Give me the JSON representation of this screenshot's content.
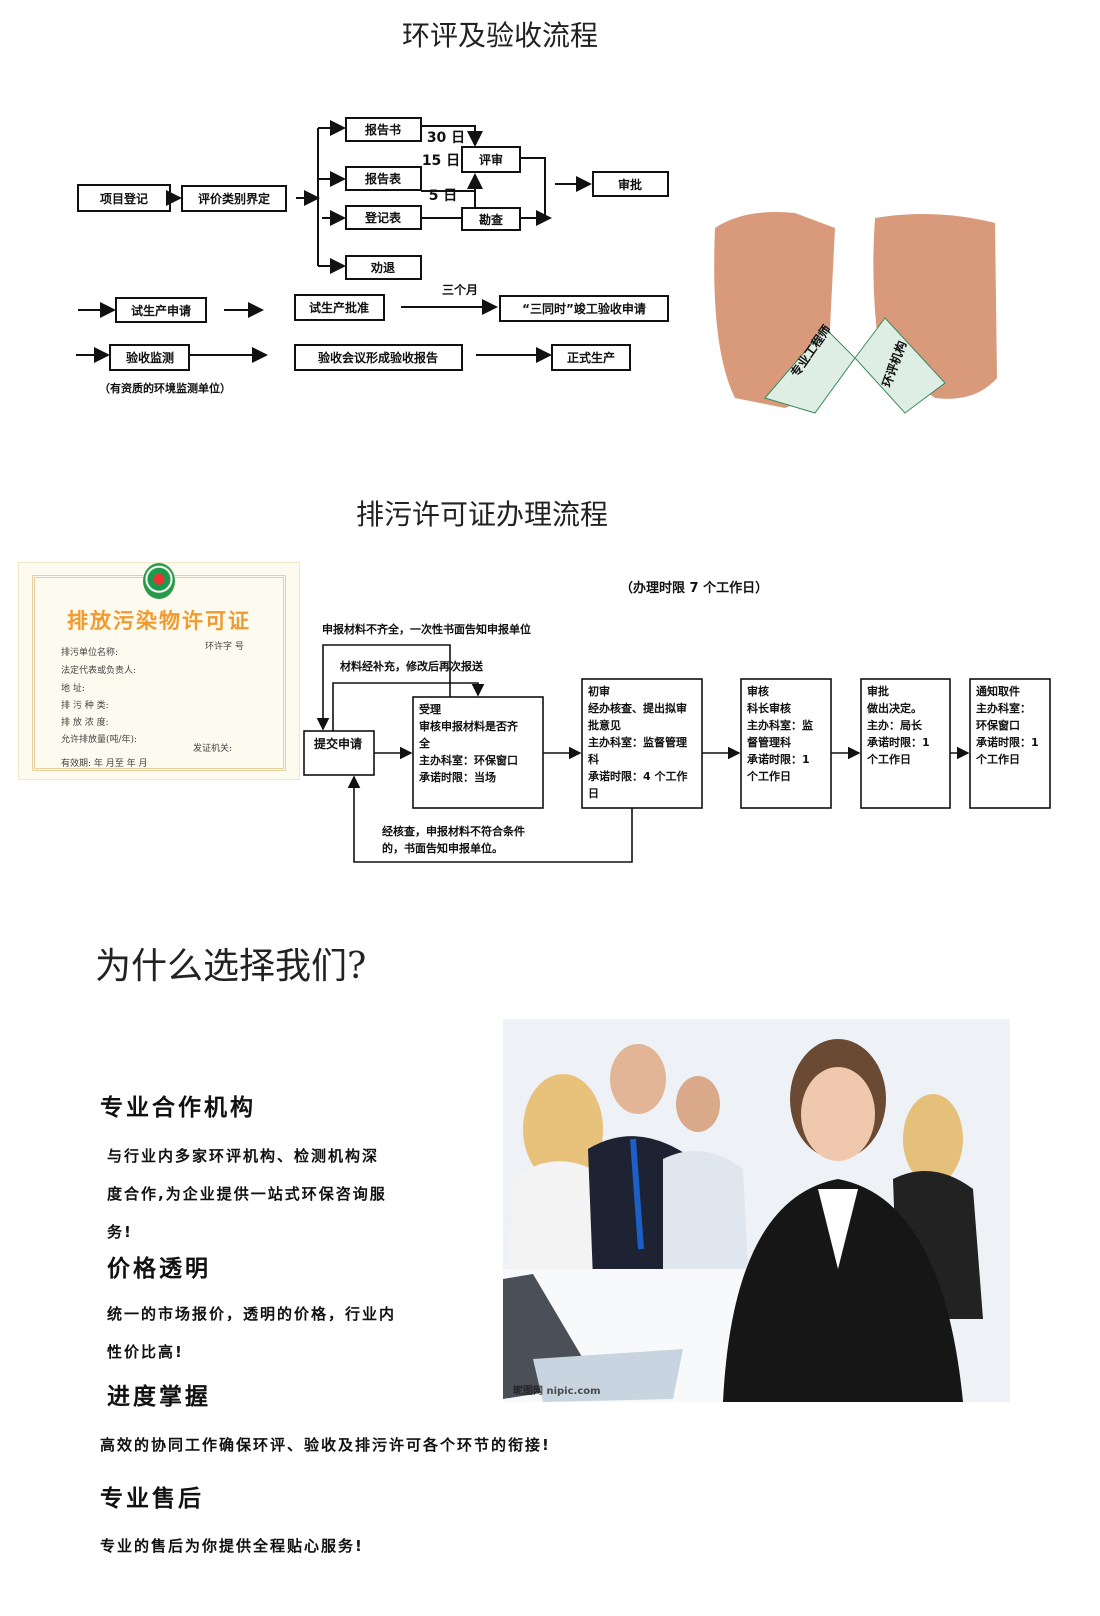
{
  "section1": {
    "title": "环评及验收流程",
    "boxes": {
      "register": "项目登记",
      "classify": "评价类别界定",
      "report_book": "报告书",
      "report_form": "报告表",
      "registration_form": "登记表",
      "dismiss": "劝退",
      "review": "评审",
      "survey": "勘查",
      "approve": "审批",
      "trial_apply": "试生产申请",
      "trial_approve": "试生产批准",
      "completion_apply": "“三同时”竣工验收申请",
      "monitoring": "验收监测",
      "meeting": "验收会议形成验收报告",
      "production": "正式生产"
    },
    "labels": {
      "d30": "30 日",
      "d15": "15 日",
      "d5": "5 日",
      "three_months": "三个月",
      "monitor_note": "（有资质的环境监测单位）"
    }
  },
  "section2": {
    "title": "排污许可证办理流程",
    "certificate": {
      "title": "排放污染物许可证",
      "number": "环许字        号",
      "fields": [
        "排污单位名称:",
        "法定代表或负责人:",
        "地        址:",
        "排  污  种  类:",
        "排  放  浓  度:",
        "允许排放量(吨/年):",
        "有效期:    年  月至    年  月"
      ],
      "issuer": "发证机关:"
    },
    "time_limit": "（办理时限 7 个工作日）",
    "loop_incomplete": "申报材料不齐全，一次性书面告知申报单位",
    "loop_resubmit": "材料经补充，修改后再次报送",
    "loop_reject": [
      "经核查，申报材料不符合条件",
      "的，书面告知申报单位。"
    ],
    "submit": "提交申请",
    "steps": [
      {
        "lines": [
          "受理",
          "审核申报材料是否齐",
          "全",
          "主办科室：环保窗口",
          "承诺时限：当场"
        ]
      },
      {
        "lines": [
          "初审",
          "经办核查、提出拟审",
          "批意见",
          "主办科室：监督管理",
          "科",
          "承诺时限：4 个工作",
          "日"
        ]
      },
      {
        "lines": [
          "审核",
          "科长审核",
          "主办科室：监",
          "督管理科",
          "承诺时限：1",
          "个工作日"
        ]
      },
      {
        "lines": [
          "审批",
          "做出决定。",
          "主办：局长",
          "承诺时限：1",
          "个工作日"
        ]
      },
      {
        "lines": [
          "通知取件",
          "主办科室：",
          "环保窗口",
          "承诺时限：1",
          "个工作日"
        ]
      }
    ]
  },
  "section3": {
    "title": "为什么选择我们?",
    "items": [
      {
        "heading": "专业合作机构",
        "lines": [
          "与行业内多家环评机构、检测机构深",
          "度合作,为企业提供一站式环保咨询服",
          "务!"
        ]
      },
      {
        "heading": "价格透明",
        "lines": [
          "统一的市场报价，透明的价格，行业内",
          "性价比高!"
        ]
      },
      {
        "heading": "进度掌握",
        "lines": [
          "高效的协同工作确保环评、验收及排污许可各个环节的衔接!"
        ]
      },
      {
        "heading": "专业售后",
        "lines": [
          "专业的售后为你提供全程贴心服务!"
        ]
      }
    ]
  }
}
